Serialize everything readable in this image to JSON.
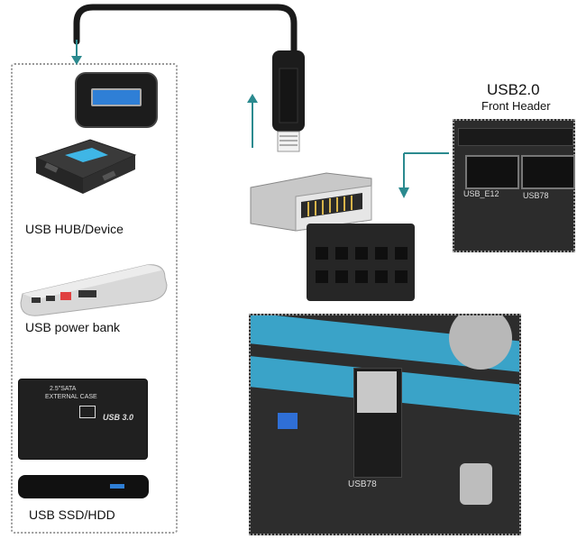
{
  "labels": {
    "usb_hub": "USB HUB/Device",
    "power_bank": "USB power bank",
    "ssd_hdd": "USB SSD/HDD",
    "header_title": "USB2.0",
    "header_subtitle": "Front Header"
  },
  "printed_text": {
    "hdd_case_line1": "2.5\"SATA",
    "hdd_case_line2": "EXTERNAL CASE",
    "hdd_case_usb": "USB 3.0",
    "board_usb_e12": "USB_E12",
    "board_usb78": "USB78",
    "board_usb78_bottom": "USB78"
  },
  "colors": {
    "arrow": "#2b8a8f",
    "cable": "#1a1a1a",
    "pcb": "#2a2a2a",
    "slot_blue": "#3aa3c8",
    "usb_blue": "#2f7fd6"
  }
}
